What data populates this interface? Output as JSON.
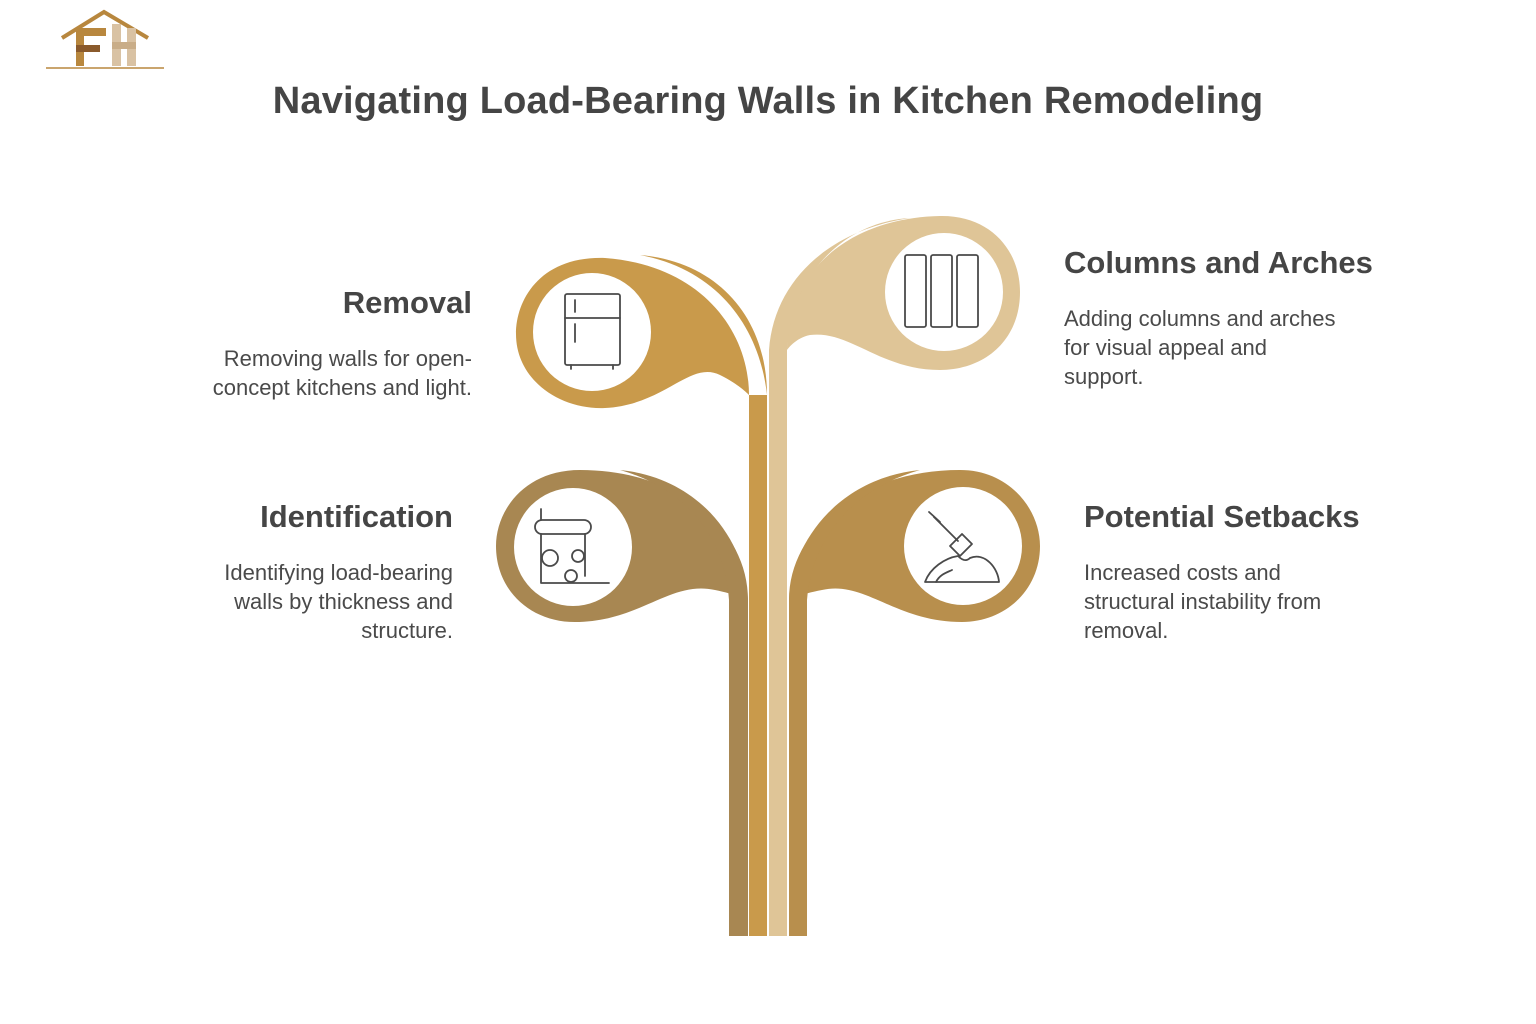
{
  "logo": {
    "letters": "FH",
    "colors": {
      "gold": "#b8873e",
      "brown": "#7a4f2a",
      "light": "#d9c2a3"
    }
  },
  "title": "Navigating Load-Bearing Walls in Kitchen Remodeling",
  "colors": {
    "removal": "#c99a4b",
    "identification": "#a88752",
    "columns": "#dfc597",
    "setbacks": "#b88f4d",
    "icon_stroke": "#4a4a4a"
  },
  "items": {
    "removal": {
      "heading": "Removal",
      "description": "Removing walls for open-\nconcept kitchens and light.",
      "icon": "refrigerator-icon"
    },
    "identification": {
      "heading": "Identification",
      "description": "Identifying load-bearing\nwalls by thickness and\nstructure.",
      "icon": "blueprint-scroll-icon"
    },
    "columns": {
      "heading": "Columns and Arches",
      "description": "Adding columns and arches\nfor visual appeal and\nsupport.",
      "icon": "columns-icon"
    },
    "setbacks": {
      "heading": "Potential Setbacks",
      "description": "Increased costs and\nstructural instability from\nremoval.",
      "icon": "shovel-dirt-icon"
    }
  }
}
